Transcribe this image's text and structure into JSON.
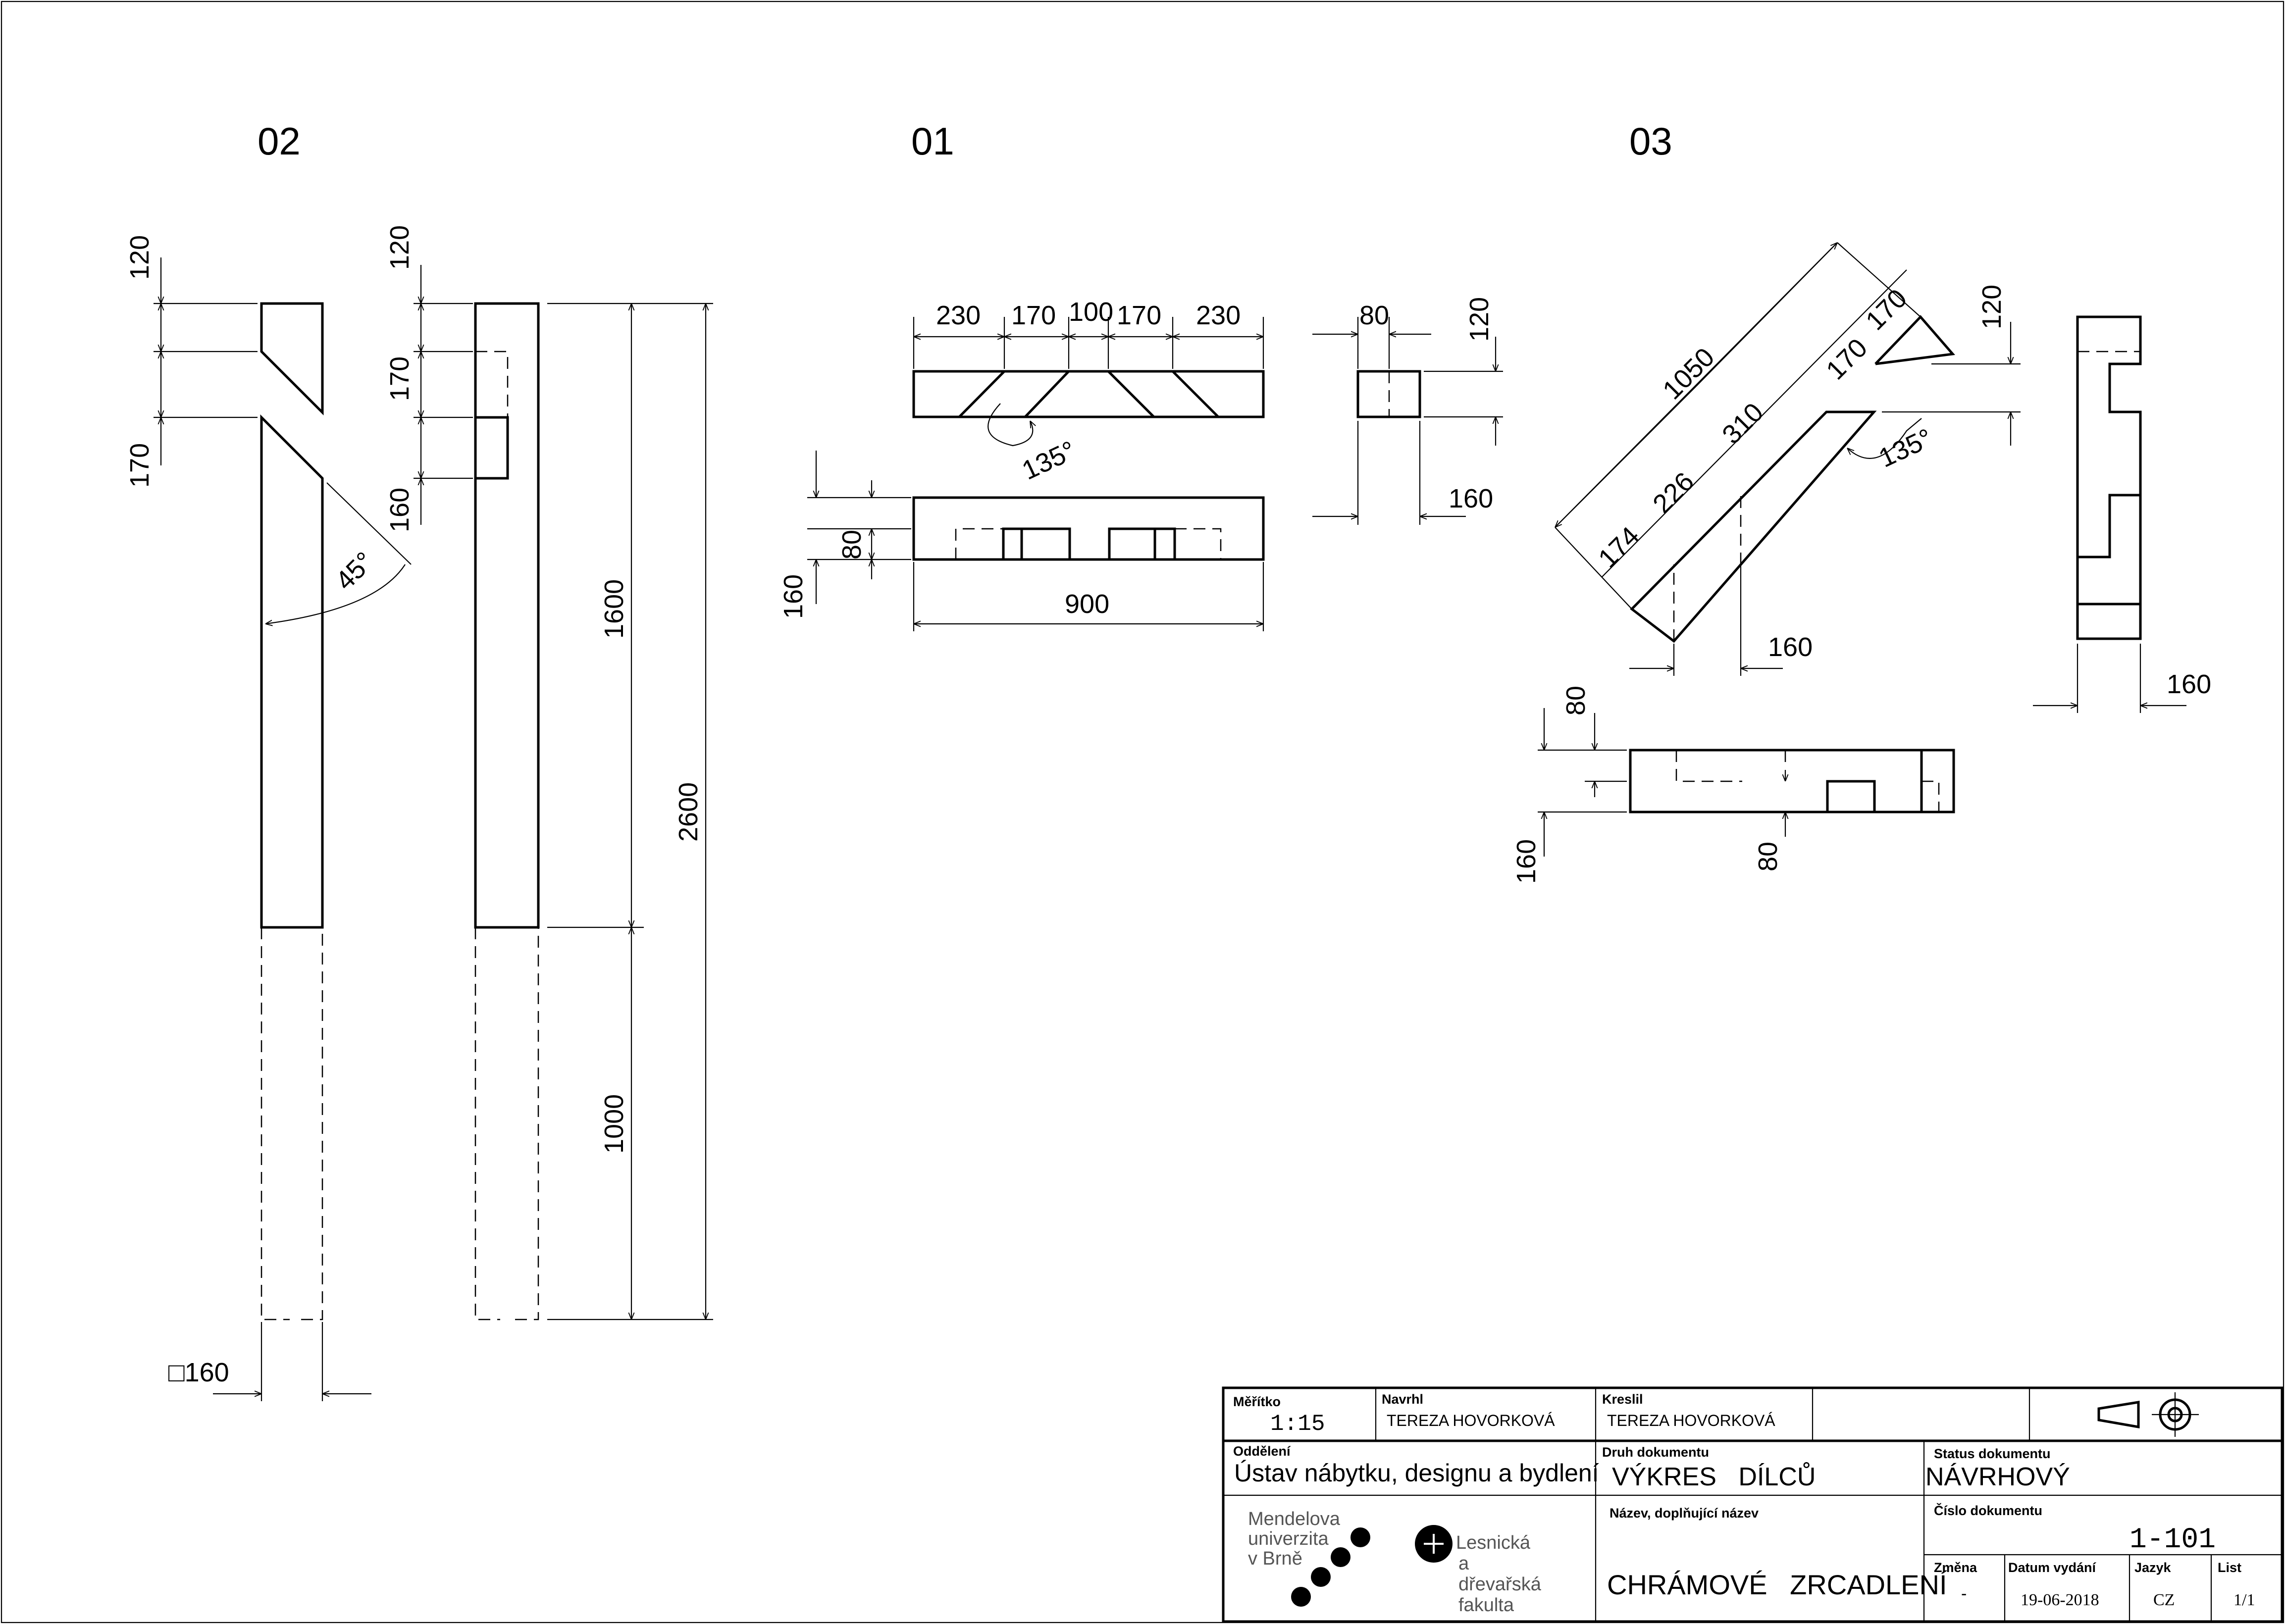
{
  "views": {
    "v02": "02",
    "v01": "01",
    "v03": "03"
  },
  "dims02": {
    "d120a": "120",
    "d170a": "170",
    "d120b": "120",
    "d170b": "170",
    "d160": "160",
    "d1600": "1600",
    "d2600": "2600",
    "d1000": "1000",
    "angle": "45°",
    "square": "□160"
  },
  "dims01": {
    "d230a": "230",
    "d170a": "170",
    "d100": "100",
    "d170b": "170",
    "d230b": "230",
    "d80top": "80",
    "d120": "120",
    "d160side": "160",
    "angle": "135°",
    "d80": "80",
    "d160": "160",
    "d900": "900"
  },
  "dims03": {
    "d1050": "1050",
    "d170a": "170",
    "d170b": "170",
    "d310": "310",
    "d226": "226",
    "d174": "174",
    "d120": "120",
    "angle": "135°",
    "d160a": "160",
    "d160b": "160",
    "d80a": "80",
    "d160c": "160",
    "d80b": "80"
  },
  "title_block": {
    "scale_label": "Měřítko",
    "scale": "1:15",
    "designer_label": "Navrhl",
    "designer": "TEREZA HOVORKOVÁ",
    "drawn_label": "Kreslil",
    "drawn": "TEREZA HOVORKOVÁ",
    "department_label": "Oddělení",
    "department": "Ústav nábytku, designu a bydlení",
    "doc_type_label": "Druh dokumentu",
    "doc_type": "VÝKRES DÍLCŮ",
    "status_label": "Status dokumentu",
    "status": "NÁVRHOVÝ",
    "name_label": "Název, doplňující název",
    "name": "CHRÁMOVÉ ZRCADLENÍ",
    "doc_number_label": "Číslo dokumentu",
    "doc_number": "1-101",
    "change_label": "Změna",
    "change": "-",
    "date_label": "Datum vydání",
    "date": "19-06-2018",
    "lang_label": "Jazyk",
    "lang": "CZ",
    "sheet_label": "List",
    "sheet": "1/1",
    "university_line1": "Mendelova",
    "university_line2": "univerzita",
    "university_line3": "v Brně",
    "faculty_line1": "Lesnická",
    "faculty_line2": "a",
    "faculty_line3": "dřevařská",
    "faculty_line4": "fakulta"
  }
}
